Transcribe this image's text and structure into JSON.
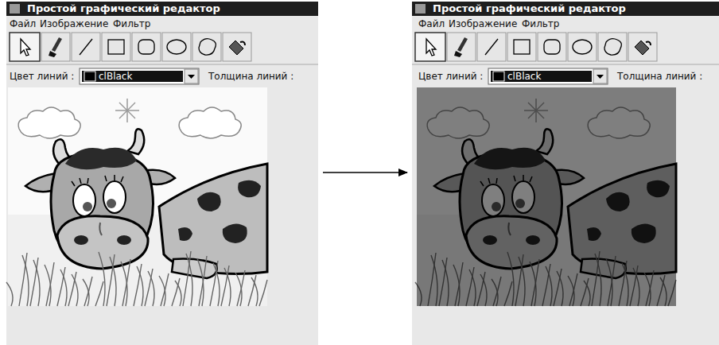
{
  "diagram": {
    "nodes": [
      {
        "text": [
          "Простой графический редактор"
        ]
      },
      {
        "text": [
          "Простой графический редактор"
        ]
      }
    ],
    "edges": [
      {
        "from": 0,
        "to": 1,
        "arrow": "to"
      }
    ],
    "labels": [
      "Файл",
      "Изображение",
      "Фильтр",
      "Цвет линий :",
      "clBlack",
      "Толщина линий :",
      "Файл",
      "Изображение",
      "Фильтр",
      "Цвет линий :",
      "clBlack",
      "Толщина линий :"
    ]
  }
}
